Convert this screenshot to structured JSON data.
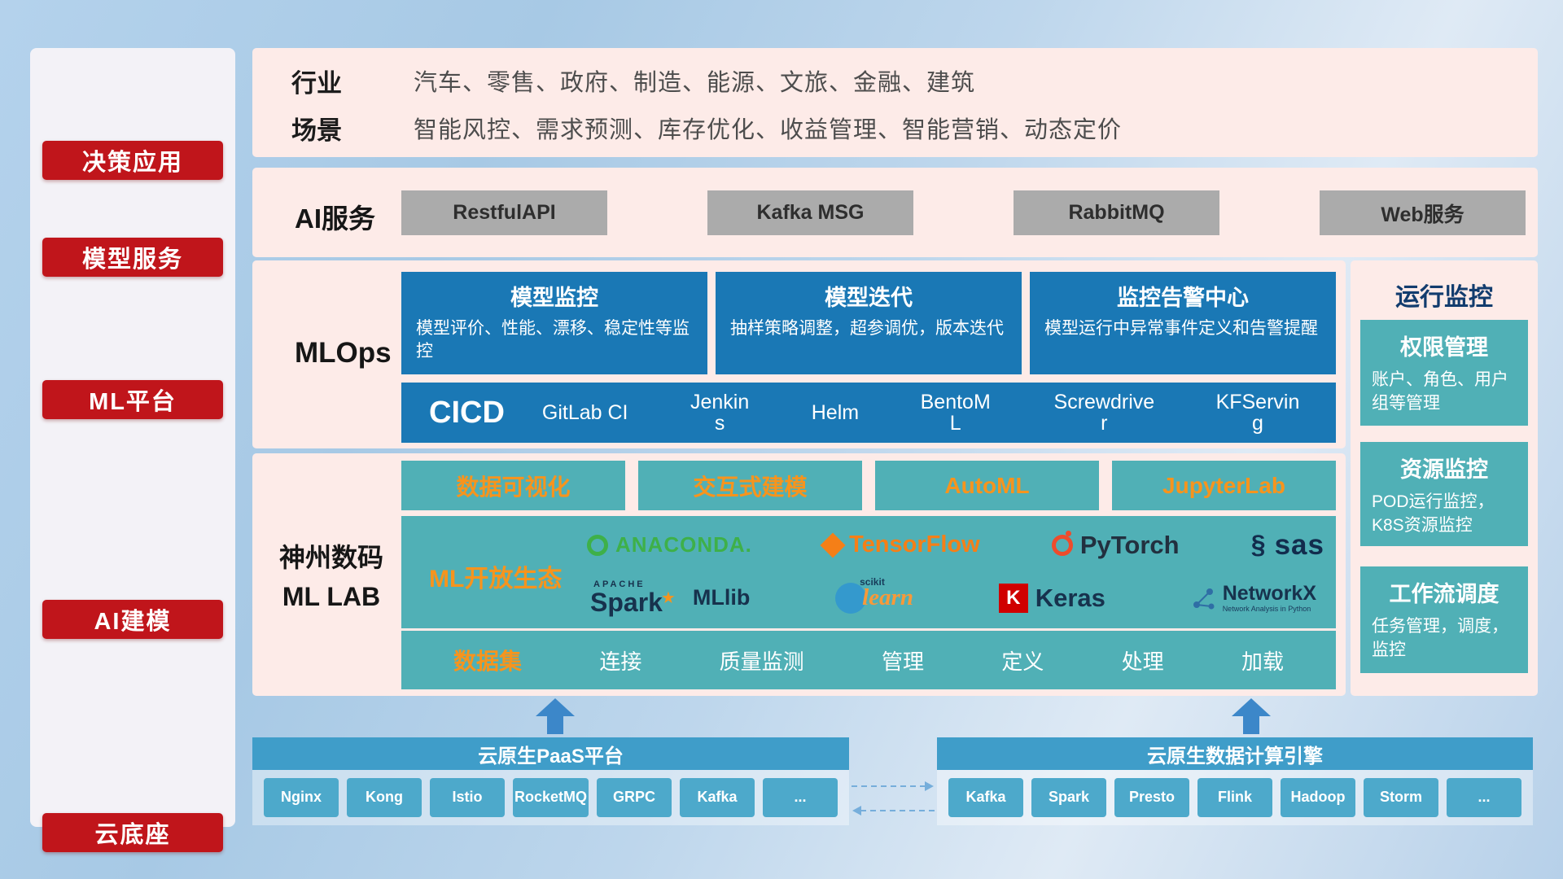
{
  "sidebar": {
    "items": [
      {
        "label": "决策应用"
      },
      {
        "label": "模型服务"
      },
      {
        "label": "ML平台"
      },
      {
        "label": "AI建模"
      },
      {
        "label": "云底座"
      }
    ]
  },
  "industry": {
    "rows": [
      {
        "label": "行业",
        "value": "汽车、零售、政府、制造、能源、文旅、金融、建筑"
      },
      {
        "label": "场景",
        "value": "智能风控、需求预测、库存优化、收益管理、智能营销、动态定价"
      }
    ]
  },
  "ai_service": {
    "label": "AI服务",
    "services": [
      {
        "label": "RestfulAPI"
      },
      {
        "label": "Kafka MSG"
      },
      {
        "label": "RabbitMQ"
      },
      {
        "label": "Web服务"
      }
    ]
  },
  "mlops": {
    "label": "MLOps",
    "cards": [
      {
        "title": "模型监控",
        "desc": "模型评价、性能、漂移、稳定性等监控"
      },
      {
        "title": "模型迭代",
        "desc": "抽样策略调整，超参调优，版本迭代"
      },
      {
        "title": "监控告警中心",
        "desc": "模型运行中异常事件定义和告警提醒"
      }
    ],
    "cicd_title": "CICD",
    "cicd_tools": [
      {
        "label": "GitLab CI"
      },
      {
        "label": "Jenkins"
      },
      {
        "label": "Helm"
      },
      {
        "label": "BentoML"
      },
      {
        "label": "Screwdriver"
      },
      {
        "label": "KFServing"
      }
    ]
  },
  "mllab": {
    "label_line1": "神州数码",
    "label_line2": "ML LAB",
    "modules": [
      {
        "label": "数据可视化"
      },
      {
        "label": "交互式建模"
      },
      {
        "label": "AutoML"
      },
      {
        "label": "JupyterLab"
      }
    ],
    "eco_title": "ML开放生态",
    "logos": [
      {
        "name": "anaconda",
        "label": "ANACONDA."
      },
      {
        "name": "tensorflow",
        "label": "TensorFlow"
      },
      {
        "name": "pytorch",
        "label": "PyTorch"
      },
      {
        "name": "sas",
        "label": "sas"
      },
      {
        "name": "apache-spark",
        "top": "APACHE",
        "label": "Spark",
        "suffix": "MLlib"
      },
      {
        "name": "scikit-learn",
        "top": "scikit",
        "label": "learn"
      },
      {
        "name": "keras",
        "letter": "K",
        "label": "Keras"
      },
      {
        "name": "networkx",
        "label": "NetworkX",
        "sub": "Network Analysis in Python"
      }
    ],
    "dataset": {
      "title": "数据集",
      "items": [
        {
          "label": "连接"
        },
        {
          "label": "质量监测"
        },
        {
          "label": "管理"
        },
        {
          "label": "定义"
        },
        {
          "label": "处理"
        },
        {
          "label": "加载"
        }
      ]
    }
  },
  "monitoring": {
    "title": "运行监控",
    "cards": [
      {
        "title": "权限管理",
        "desc": "账户、角色、用户组等管理"
      },
      {
        "title": "资源监控",
        "desc": "POD运行监控，K8S资源监控"
      },
      {
        "title": "工作流调度",
        "desc": "任务管理，调度，监控"
      }
    ]
  },
  "platforms": {
    "paas": {
      "title": "云原生PaaS平台",
      "chips": [
        {
          "label": "Nginx"
        },
        {
          "label": "Kong"
        },
        {
          "label": "Istio"
        },
        {
          "label": "RocketMQ"
        },
        {
          "label": "GRPC"
        },
        {
          "label": "Kafka"
        },
        {
          "label": "..."
        }
      ]
    },
    "engine": {
      "title": "云原生数据计算引擎",
      "chips": [
        {
          "label": "Kafka"
        },
        {
          "label": "Spark"
        },
        {
          "label": "Presto"
        },
        {
          "label": "Flink"
        },
        {
          "label": "Hadoop"
        },
        {
          "label": "Storm"
        },
        {
          "label": "..."
        }
      ]
    }
  },
  "colors": {
    "accent_red": "#c0151b",
    "band_pink": "#fdebe8",
    "box_blue": "#1a78b5",
    "box_teal": "#50b0b6",
    "bar_blue": "#3f9dc9",
    "chip_blue": "#4da9cb",
    "highlight_orange": "#f7941d"
  }
}
